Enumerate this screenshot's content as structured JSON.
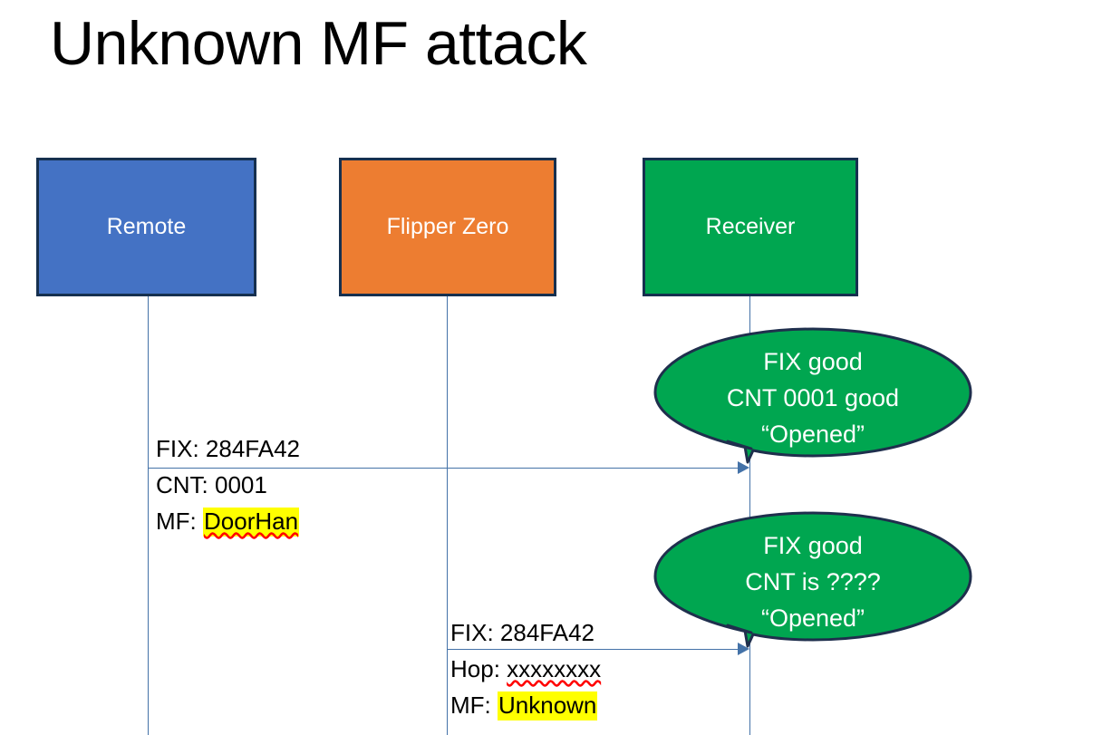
{
  "slide": {
    "title": "Unknown MF attack",
    "background": "#ffffff"
  },
  "colors": {
    "remote_fill": "#4472c4",
    "flipper_fill": "#ed7d31",
    "receiver_fill": "#00a650",
    "box_border": "#16304f",
    "line": "#4472a8",
    "highlight": "#ffff00",
    "spell_error_underline": "#ff0000",
    "bubble_fill": "#00a650",
    "bubble_border": "#1f2f4d",
    "text": "#000000",
    "box_label_text": "#ffffff"
  },
  "actors": [
    {
      "id": "remote",
      "label": "Remote"
    },
    {
      "id": "flipper",
      "label": "Flipper Zero"
    },
    {
      "id": "receiver",
      "label": "Receiver"
    }
  ],
  "messages": [
    {
      "id": "msg-remote-to-receiver",
      "from": "remote",
      "to": "receiver",
      "lines": [
        {
          "label": "FIX:",
          "value": "284FA42",
          "highlight": false,
          "spell_error": false
        },
        {
          "label": "CNT:",
          "value": "0001",
          "highlight": false,
          "spell_error": false
        },
        {
          "label": "MF:",
          "value": "DoorHan",
          "highlight": true,
          "spell_error": true
        }
      ]
    },
    {
      "id": "msg-flipper-to-receiver",
      "from": "flipper",
      "to": "receiver",
      "lines": [
        {
          "label": "FIX:",
          "value": "284FA42",
          "highlight": false,
          "spell_error": false
        },
        {
          "label": "Hop:",
          "value": "xxxxxxxx",
          "highlight": false,
          "spell_error": true
        },
        {
          "label": "MF:",
          "value": "Unknown",
          "highlight": true,
          "spell_error": false
        }
      ]
    }
  ],
  "callouts": [
    {
      "id": "callout-first-reception",
      "lines": [
        "FIX good",
        "CNT 0001 good",
        "“Opened”"
      ]
    },
    {
      "id": "callout-second-reception",
      "lines": [
        "FIX good",
        "CNT is ????",
        "“Opened”"
      ]
    }
  ]
}
